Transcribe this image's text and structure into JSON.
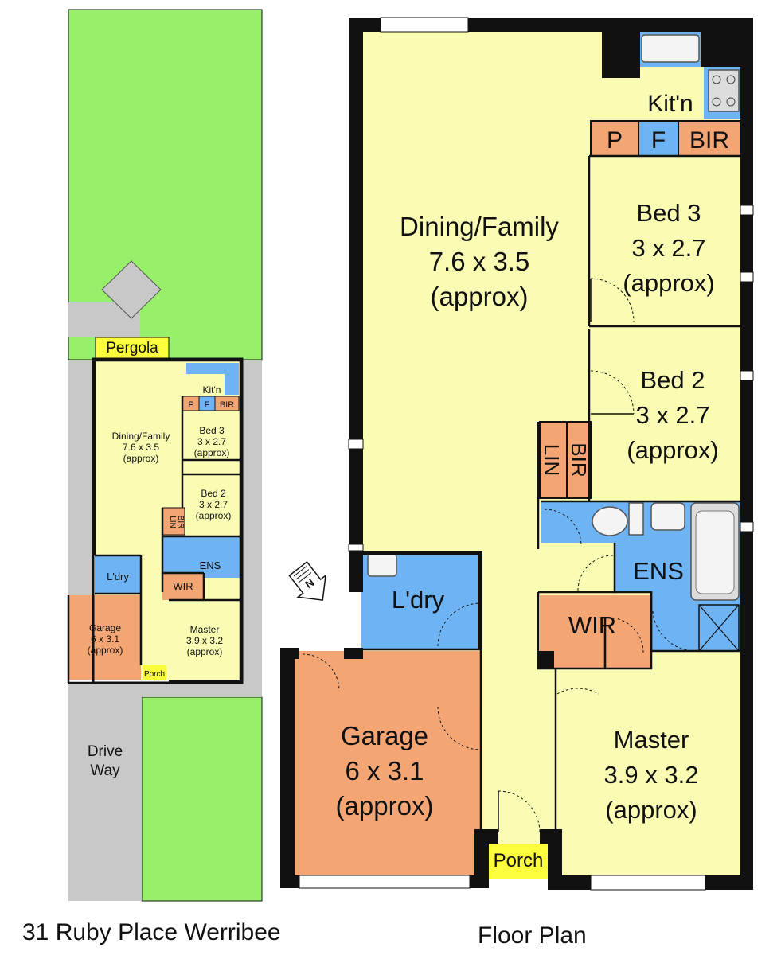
{
  "colors": {
    "lawn": "#98f06a",
    "paving": "#c8c8c8",
    "living": "#fafcb4",
    "wet": "#6eb4f5",
    "storage": "#f3a573",
    "accent": "#fafc3c",
    "wall": "#111111"
  },
  "site": {
    "pergola": "Pergola",
    "driveway": [
      "Drive",
      "Way"
    ],
    "rooms": {
      "dining": [
        "Dining/Family",
        "7.6 x 3.5",
        "(approx)"
      ],
      "kitchen": "Kit'n",
      "pantry": "P",
      "fridge": "F",
      "bir": "BIR",
      "bed3": [
        "Bed 3",
        "3 x 2.7",
        "(approx)"
      ],
      "bed2": [
        "Bed 2",
        "3 x 2.7",
        "(approx)"
      ],
      "lin": "LIN",
      "bir2": "BIR",
      "ens": "ENS",
      "laundry": "L'dry",
      "wir": "WIR",
      "garage": [
        "Garage",
        "6 x 3.1",
        "(approx)"
      ],
      "master": [
        "Master",
        "3.9 x 3.2",
        "(approx)"
      ],
      "porch": "Porch"
    }
  },
  "plan": {
    "rooms": {
      "dining": [
        "Dining/Family",
        "7.6 x 3.5",
        "(approx)"
      ],
      "kitchen": "Kit'n",
      "pantry": "P",
      "fridge": "F",
      "bir": "BIR",
      "bed3": [
        "Bed 3",
        "3 x 2.7",
        "(approx)"
      ],
      "bed2": [
        "Bed 2",
        "3 x 2.7",
        "(approx)"
      ],
      "lin": "LIN",
      "bir2": "BIR",
      "ens": "ENS",
      "laundry": "L'dry",
      "wir": "WIR",
      "garage": [
        "Garage",
        "6 x 3.1",
        "(approx)"
      ],
      "master": [
        "Master",
        "3.9 x 3.2",
        "(approx)"
      ],
      "porch": "Porch"
    },
    "north": "N"
  },
  "captions": {
    "address": "31 Ruby Place Werribee",
    "title": "Floor Plan"
  }
}
